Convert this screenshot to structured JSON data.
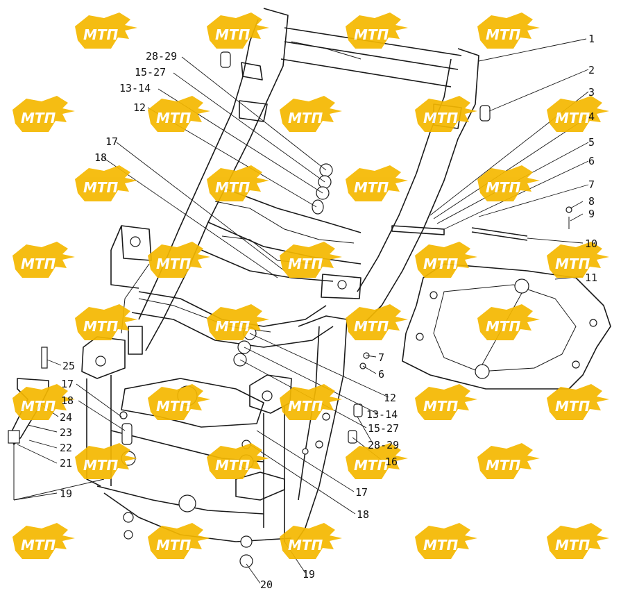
{
  "watermark": {
    "text": "МТП",
    "color": "#f5b800"
  },
  "callouts": [
    {
      "id": "c1",
      "label": "1"
    },
    {
      "id": "c2",
      "label": "2"
    },
    {
      "id": "c3",
      "label": "3"
    },
    {
      "id": "c4",
      "label": "4"
    },
    {
      "id": "c5",
      "label": "5"
    },
    {
      "id": "c6",
      "label": "6"
    },
    {
      "id": "c7",
      "label": "7"
    },
    {
      "id": "c8",
      "label": "8"
    },
    {
      "id": "c9",
      "label": "9"
    },
    {
      "id": "c10",
      "label": "10"
    },
    {
      "id": "c11",
      "label": "11"
    },
    {
      "id": "c2829a",
      "label": "28-29"
    },
    {
      "id": "c1527a",
      "label": "15-27"
    },
    {
      "id": "c1314a",
      "label": "13-14"
    },
    {
      "id": "c12a",
      "label": "12"
    },
    {
      "id": "c17a",
      "label": "17"
    },
    {
      "id": "c18a",
      "label": "18"
    },
    {
      "id": "c7b",
      "label": "7"
    },
    {
      "id": "c6b",
      "label": "6"
    },
    {
      "id": "c12b",
      "label": "12"
    },
    {
      "id": "c1314b",
      "label": "13-14"
    },
    {
      "id": "c1527b",
      "label": "15-27"
    },
    {
      "id": "c2829b",
      "label": "28-29"
    },
    {
      "id": "c16",
      "label": "16"
    },
    {
      "id": "c17b",
      "label": "17"
    },
    {
      "id": "c18b",
      "label": "18"
    },
    {
      "id": "c19a",
      "label": "19"
    },
    {
      "id": "c20",
      "label": "20"
    },
    {
      "id": "c25",
      "label": "25"
    },
    {
      "id": "c17c",
      "label": "17"
    },
    {
      "id": "c18c",
      "label": "18"
    },
    {
      "id": "c24",
      "label": "24"
    },
    {
      "id": "c23",
      "label": "23"
    },
    {
      "id": "c22",
      "label": "22"
    },
    {
      "id": "c21",
      "label": "21"
    },
    {
      "id": "c19b",
      "label": "19"
    }
  ]
}
